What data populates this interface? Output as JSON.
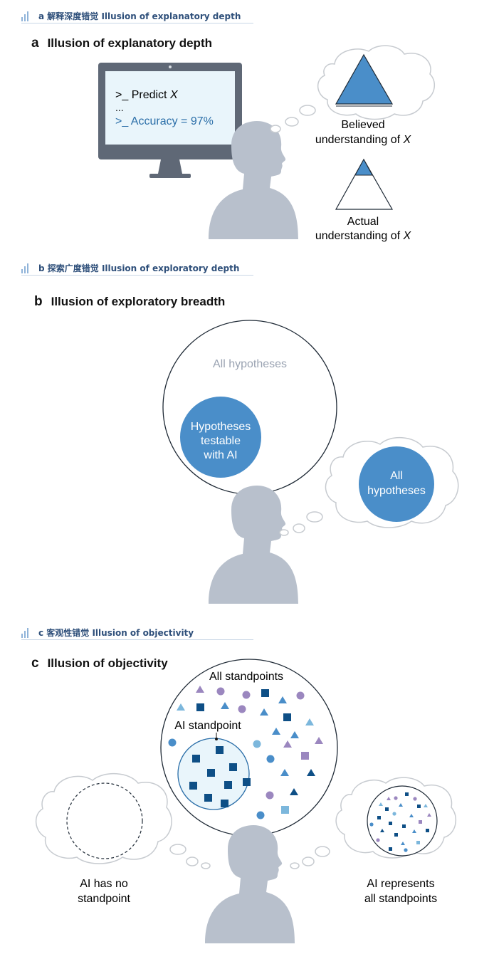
{
  "sections": {
    "a": {
      "header": "a 解释深度错觉 Illusion of explanatory depth",
      "letter": "a",
      "title": "Illusion of explanatory depth"
    },
    "b": {
      "header": "b 探索广度错觉 Illusion of exploratory depth",
      "letter": "b",
      "title": "Illusion of exploratory breadth"
    },
    "c": {
      "header": "c 客观性错觉 Illusion of objectivity",
      "letter": "c",
      "title": "Illusion of objectivity"
    }
  },
  "panel_a": {
    "screen_line1": ">_ Predict ",
    "screen_var": "X",
    "screen_dots": "...",
    "screen_line3": ">_ Accuracy = 97%",
    "believed_line1": "Believed",
    "believed_line2": "understanding of ",
    "believed_var": "X",
    "actual_line1": "Actual",
    "actual_line2": "understanding of ",
    "actual_var": "X"
  },
  "panel_b": {
    "all_hypotheses": "All hypotheses",
    "testable_l1": "Hypotheses",
    "testable_l2": "testable",
    "testable_l3": "with AI",
    "thought_l1": "All",
    "thought_l2": "hypotheses"
  },
  "panel_c": {
    "all_standpoints": "All standpoints",
    "ai_standpoint": "AI standpoint",
    "left_l1": "AI has no",
    "left_l2": "standpoint",
    "right_l1": "AI represents",
    "right_l2": "all standpoints"
  },
  "colors": {
    "blue": "#4a8ec9",
    "navy": "#0e4f86",
    "light_blue": "#7cb7dc",
    "purple": "#9b87bf",
    "person": "#b8c0cc",
    "screen": "#e9f5fb",
    "monitor": "#5f6876",
    "header_text": "#2e4f7a"
  }
}
